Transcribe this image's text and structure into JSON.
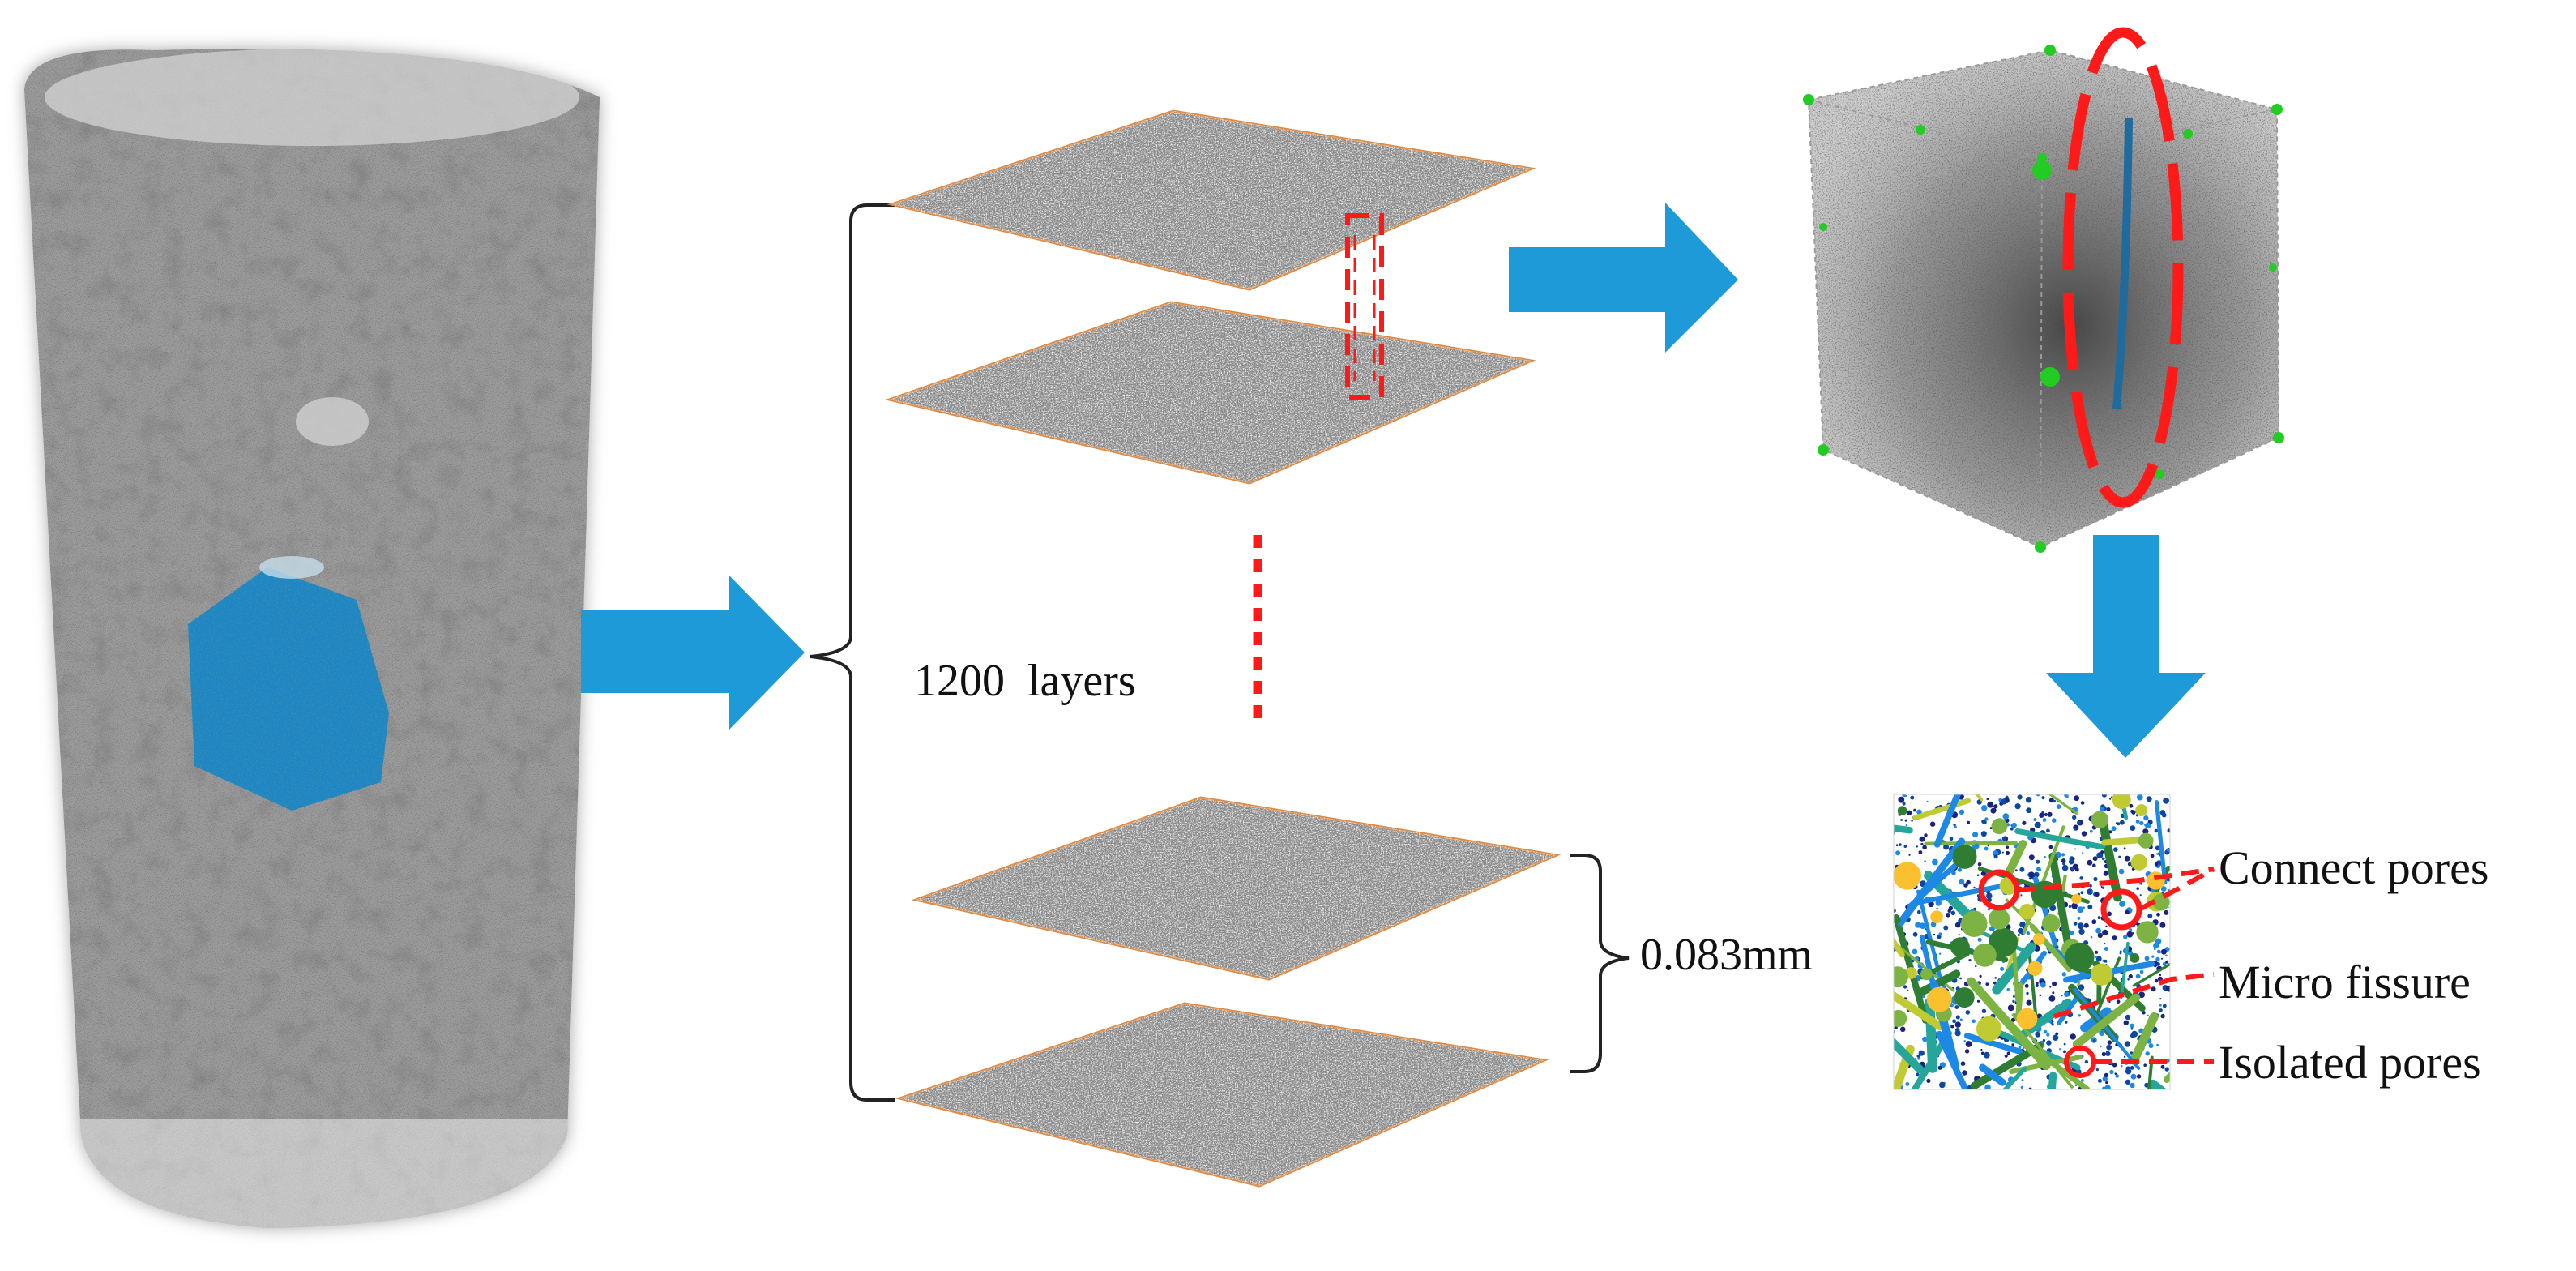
{
  "labels": {
    "layers": "1200 layers",
    "spacing": "0.083mm",
    "connect_pores": "Connect pores",
    "micro_fissure": "Micro fissure",
    "isolated_pores": "Isolated pores"
  },
  "colors": {
    "arrow": "#1e9ad8",
    "highlight": "#ff1a1a",
    "subvolume": "#1f86c2",
    "slice_border": "#d98c4a",
    "cube_corner": "#22cc22",
    "pore_network": [
      "#1a237e",
      "#0d47a1",
      "#1e88e5",
      "#26a69a",
      "#2e7d32",
      "#7cb342",
      "#c0ca33",
      "#fbc02d"
    ]
  }
}
